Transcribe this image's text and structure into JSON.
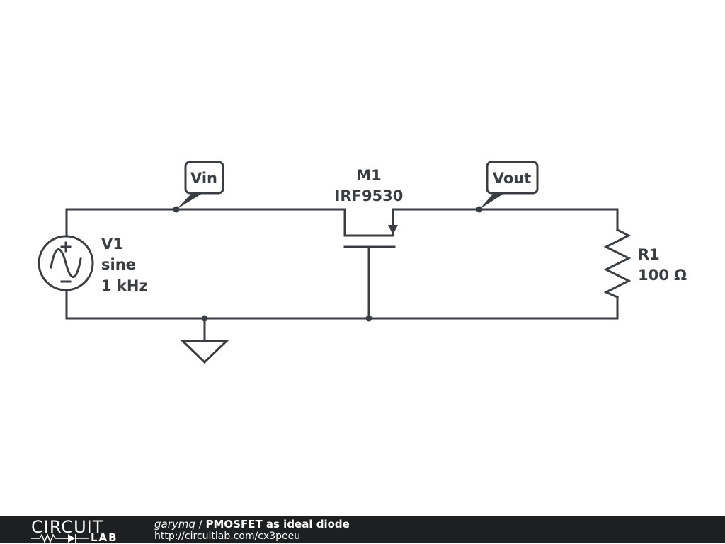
{
  "nets": {
    "vin_label": "Vin",
    "vout_label": "Vout"
  },
  "components": {
    "v1": {
      "name": "V1",
      "type": "sine",
      "freq": "1 kHz"
    },
    "m1": {
      "name": "M1",
      "part": "IRF9530"
    },
    "r1": {
      "name": "R1",
      "value": "100 Ω"
    }
  },
  "footer": {
    "logo_top": "CIRCUIT",
    "logo_bottom": "LAB",
    "author": "garymq",
    "separator": " / ",
    "title": "PMOSFET as ideal diode",
    "url": "http://circuitlab.com/cx3peeu"
  },
  "colors": {
    "wire": "#3a3e42",
    "footer_bg": "#1d1f21"
  }
}
